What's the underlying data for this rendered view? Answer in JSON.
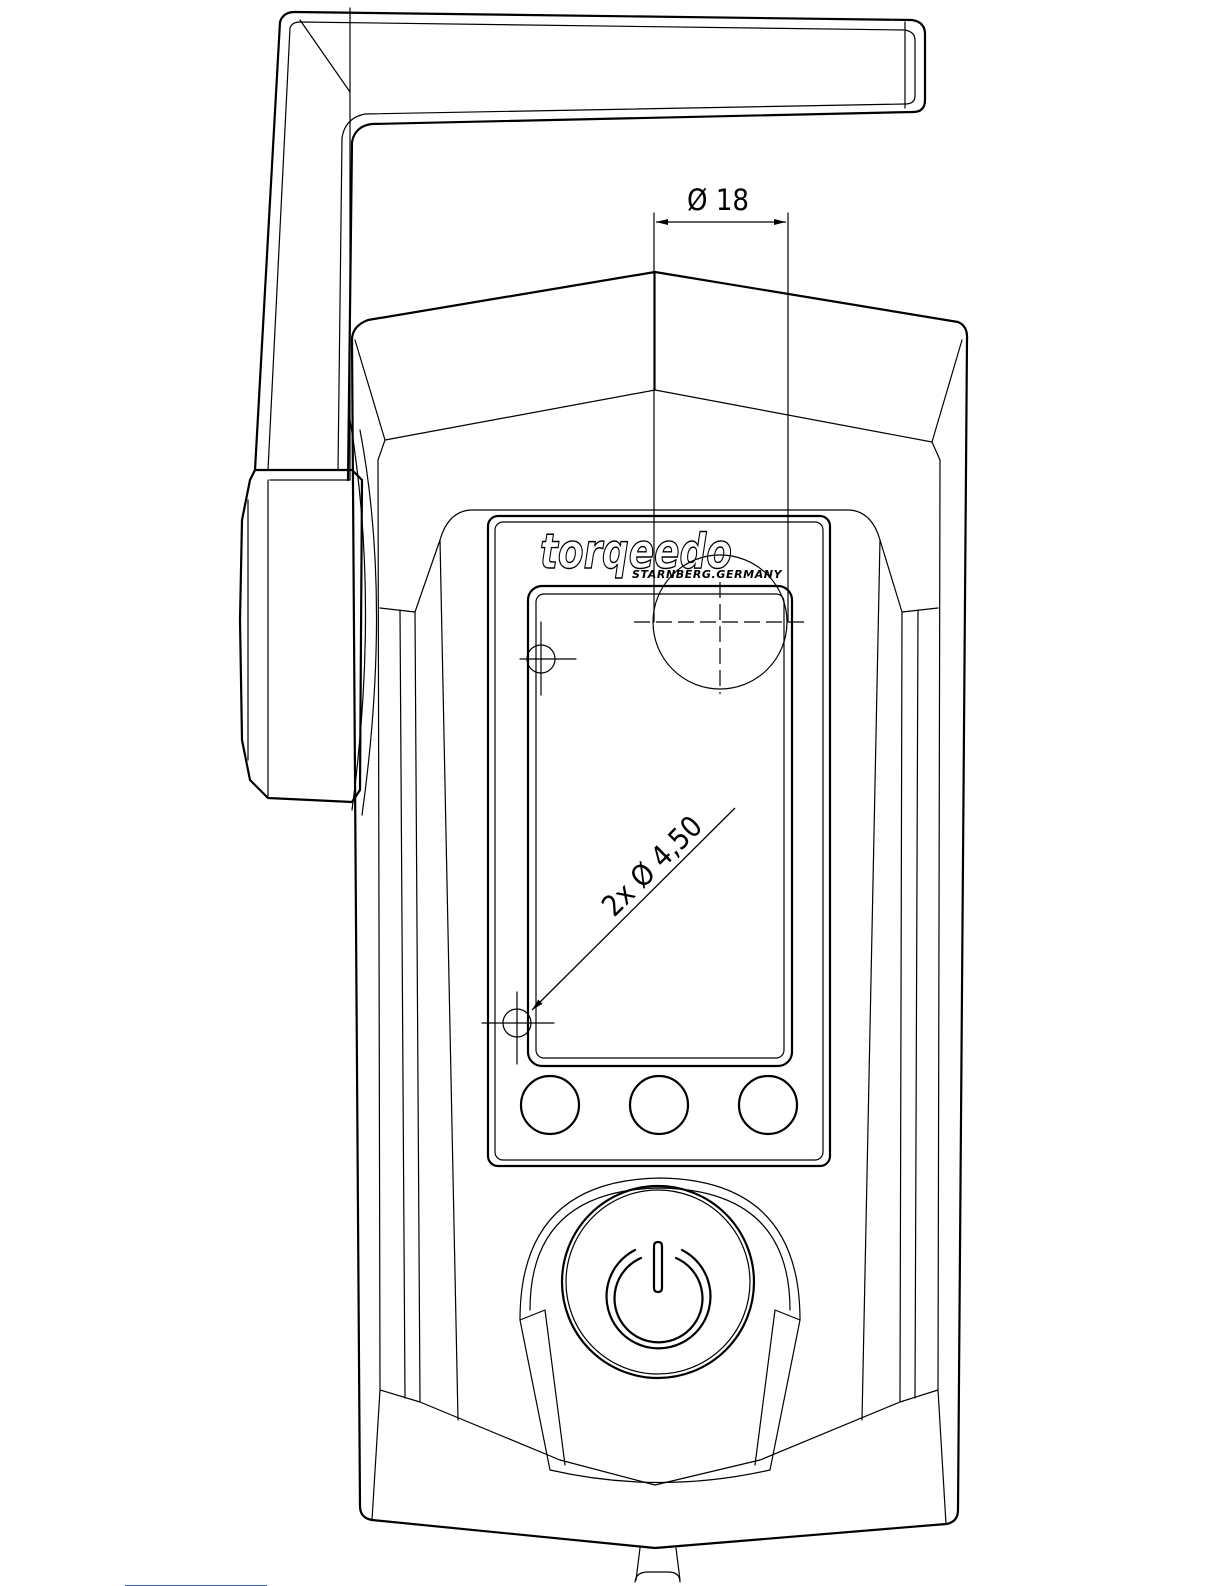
{
  "drawing": {
    "brand": {
      "logo_text": "torqeedo",
      "subline": "STARNBERG.GERMANY"
    },
    "dimensions": {
      "top_hole": "Ø 18",
      "mounting_holes": "2x Ø 4,50"
    },
    "buttons": {
      "count": 3,
      "power_icon": "power-icon"
    },
    "colors": {
      "line": "#000000",
      "background": "#ffffff",
      "edge_mark": "#3a5fd0"
    }
  }
}
